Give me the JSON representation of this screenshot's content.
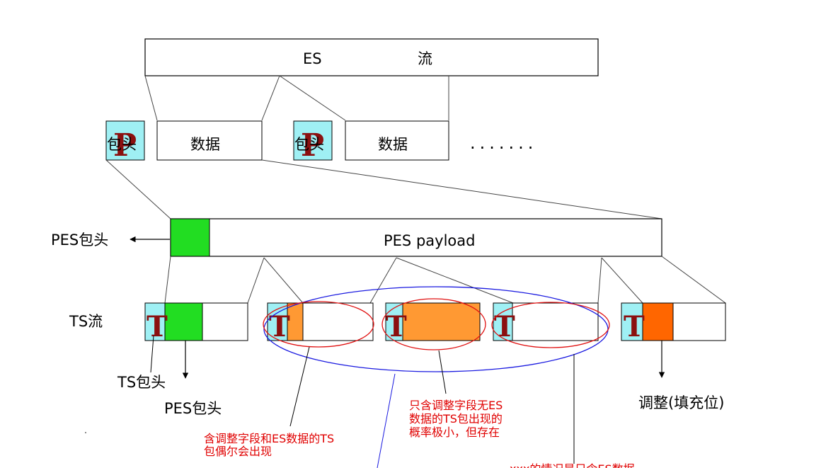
{
  "es_stream": {
    "label_es": "ES",
    "label_stream": "流"
  },
  "pes_packets": [
    {
      "header_glyph": "P",
      "header_text": "包头",
      "data_label": "数据"
    },
    {
      "header_glyph": "P",
      "header_text": "包头",
      "data_label": "数据"
    }
  ],
  "ellipsis": ".......",
  "pes_bar": {
    "payload_label": "PES payload",
    "header_callout": "PES包头"
  },
  "ts_stream": {
    "row_label": "TS流",
    "packets": [
      {
        "header_glyph": "T"
      },
      {
        "header_glyph": "T"
      },
      {
        "header_glyph": "T"
      },
      {
        "header_glyph": "T"
      },
      {
        "header_glyph": "T"
      }
    ],
    "callout_ts_header": "TS包头",
    "callout_pes_header": "PES包头",
    "callout_padding": "调整(填充位)"
  },
  "notes": {
    "mixed_line1": "含调整字段和ES数据的TS",
    "mixed_line2": "包偶尔会出现",
    "adapt_only_line1": "只含调整字段无ES",
    "adapt_only_line2": "数据的TS包出现的",
    "adapt_only_line3": "概率极小，但存在",
    "bottom_partial": "xxx的情况是只含ES数据"
  },
  "colors": {
    "cyan": "#9ff0f4",
    "green": "#22dd22",
    "orange": "#ff9933",
    "dark_orange": "#ff6600",
    "red_ellipse": "#e01010",
    "blue_ellipse": "#1a1ae0",
    "glyph": "#8b1010"
  }
}
